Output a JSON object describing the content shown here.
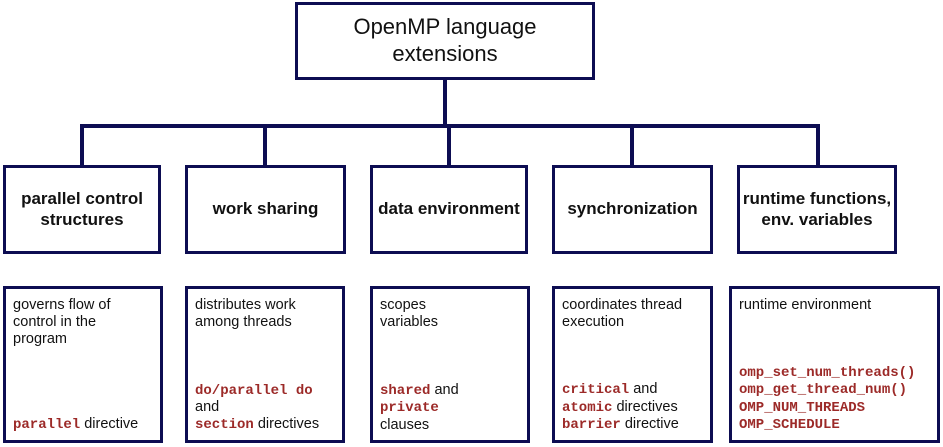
{
  "diagram": {
    "title": "OpenMP language extensions",
    "accent_border_color": "#0d0d52",
    "code_text_color": "#9c2a28",
    "background_color": "#ffffff",
    "root": {
      "label": "OpenMP language\nextensions"
    },
    "categories": [
      {
        "label": "parallel control\nstructures"
      },
      {
        "label": "work sharing"
      },
      {
        "label": "data\nenvironment"
      },
      {
        "label": "synchronization"
      },
      {
        "label": "runtime\nfunctions, env.\nvariables"
      }
    ],
    "descriptions": [
      {
        "heading": "governs flow of\ncontrol in the\nprogram",
        "lines": [
          [
            {
              "text": "parallel",
              "style": "code"
            },
            {
              "text": " directive",
              "style": "plain"
            }
          ]
        ]
      },
      {
        "heading": "distributes work\namong threads",
        "lines": [
          [
            {
              "text": "do/parallel do",
              "style": "code"
            }
          ],
          [
            {
              "text": "and",
              "style": "plain"
            }
          ],
          [
            {
              "text": "section",
              "style": "code"
            },
            {
              "text": " directives",
              "style": "plain"
            }
          ]
        ]
      },
      {
        "heading": "scopes\nvariables",
        "lines": [
          [
            {
              "text": "shared",
              "style": "code"
            },
            {
              "text": " and",
              "style": "plain"
            }
          ],
          [
            {
              "text": "private",
              "style": "code"
            }
          ],
          [
            {
              "text": "clauses",
              "style": "plain"
            }
          ]
        ]
      },
      {
        "heading": "coordinates thread\nexecution",
        "lines": [
          [
            {
              "text": "critical",
              "style": "code"
            },
            {
              "text": " and",
              "style": "plain"
            }
          ],
          [
            {
              "text": "atomic",
              "style": "code"
            },
            {
              "text": " directives",
              "style": "plain"
            }
          ],
          [
            {
              "text": "barrier",
              "style": "code"
            },
            {
              "text": " directive",
              "style": "plain"
            }
          ]
        ]
      },
      {
        "heading": "runtime environment",
        "lines": [
          [
            {
              "text": "omp_set_num_threads()",
              "style": "code"
            }
          ],
          [
            {
              "text": "omp_get_thread_num()",
              "style": "code"
            }
          ],
          [
            {
              "text": "OMP_NUM_THREADS",
              "style": "code"
            }
          ],
          [
            {
              "text": "OMP_SCHEDULE",
              "style": "code"
            }
          ]
        ]
      }
    ]
  }
}
